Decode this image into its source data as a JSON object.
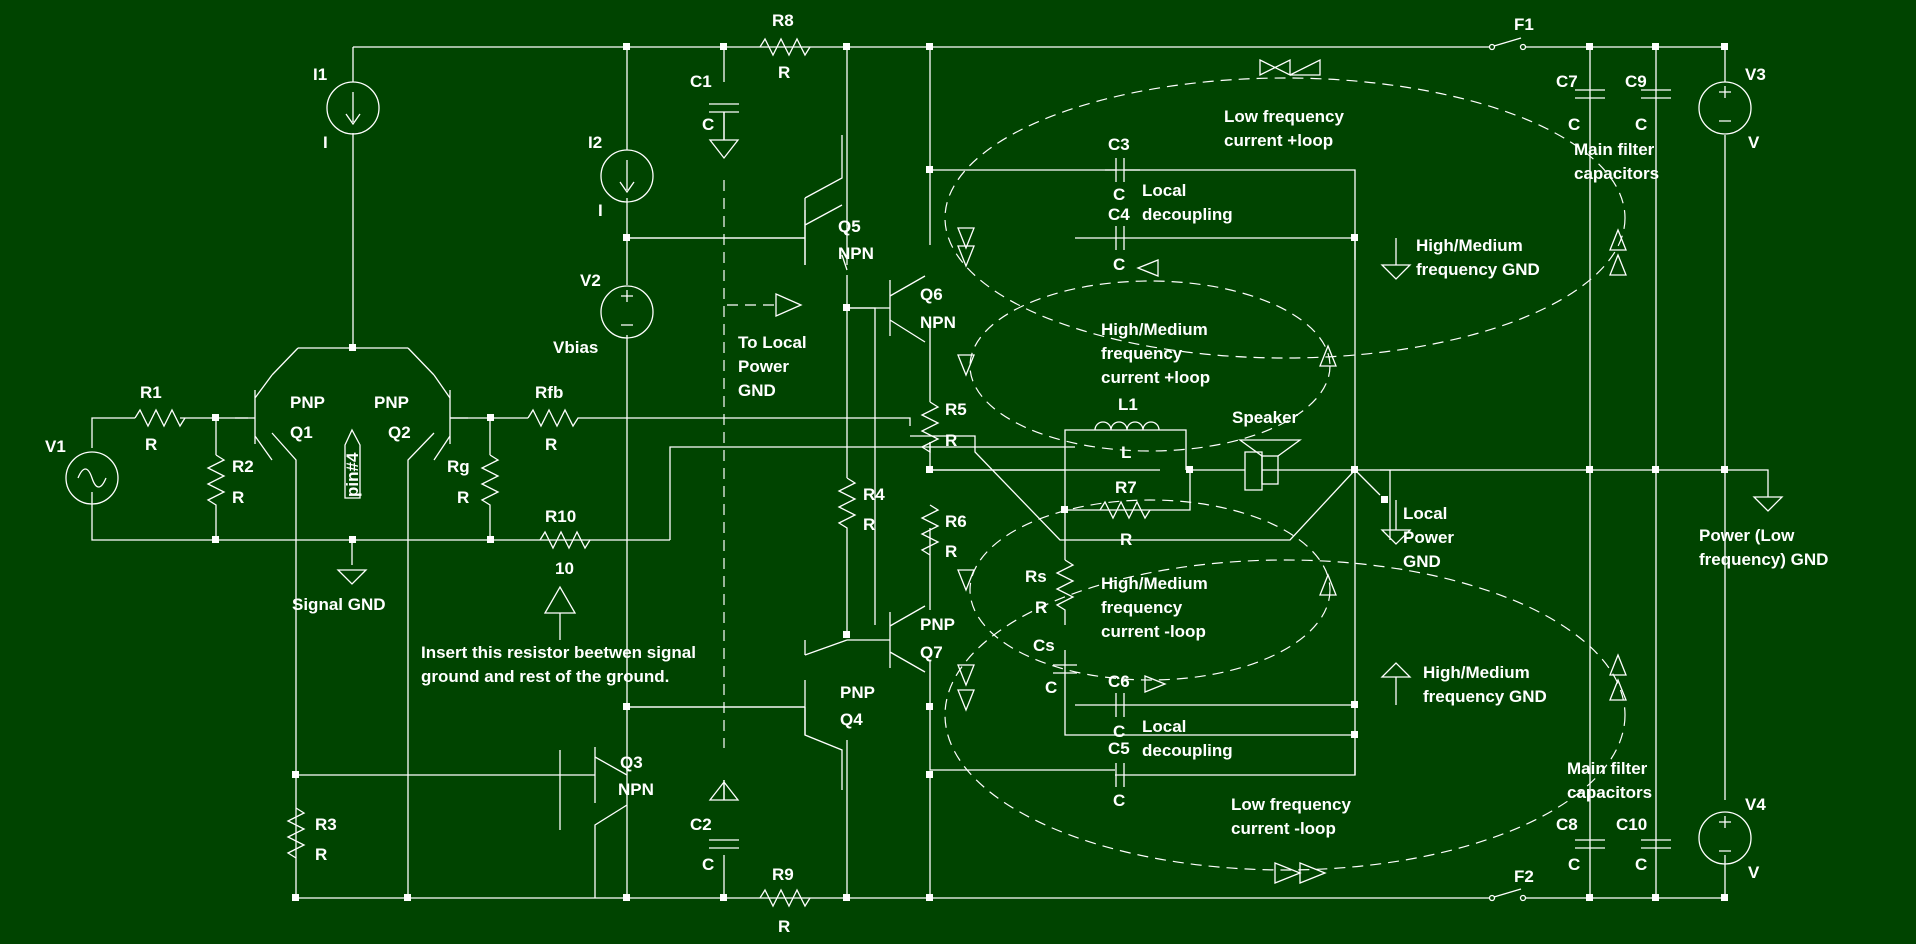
{
  "colors": {
    "background": "#004400",
    "wire": "#ffffff",
    "text": "#ffffff"
  },
  "labels": {
    "I1": "I1",
    "I1_val": "I",
    "I2": "I2",
    "I2_val": "I",
    "V1": "V1",
    "V2": "V2",
    "V2_val": "Vbias",
    "V3": "V3",
    "V3_val": "V",
    "V4": "V4",
    "V4_val": "V",
    "R1": "R1",
    "R1_val": "R",
    "R2": "R2",
    "R2_val": "R",
    "R3": "R3",
    "R3_val": "R",
    "R4": "R4",
    "R4_val": "R",
    "R5": "R5",
    "R5_val": "R",
    "R6": "R6",
    "R6_val": "R",
    "R7": "R7",
    "R7_val": "R",
    "R8": "R8",
    "R8_val": "R",
    "R9": "R9",
    "R9_val": "R",
    "R10": "R10",
    "R10_val": "10",
    "Rfb": "Rfb",
    "Rfb_val": "R",
    "Rg": "Rg",
    "Rg_val": "R",
    "Rs": "Rs",
    "Rs_val": "R",
    "Cs": "Cs",
    "Cs_val": "C",
    "C1": "C1",
    "C1_val": "C",
    "C2": "C2",
    "C2_val": "C",
    "C3": "C3",
    "C3_val": "C",
    "C4": "C4",
    "C4_val": "C",
    "C5": "C5",
    "C5_val": "C",
    "C6": "C6",
    "C6_val": "C",
    "C7": "C7",
    "C7_val": "C",
    "C8": "C8",
    "C8_val": "C",
    "C9": "C9",
    "C9_val": "C",
    "C10": "C10",
    "C10_val": "C",
    "L1": "L1",
    "L1_val": "L",
    "F1": "F1",
    "F2": "F2",
    "Q1": "Q1",
    "Q1_type": "PNP",
    "Q2": "Q2",
    "Q2_type": "PNP",
    "Q3": "Q3",
    "Q3_type": "NPN",
    "Q4": "Q4",
    "Q4_type": "PNP",
    "Q5": "Q5",
    "Q5_type": "NPN",
    "Q6": "Q6",
    "Q6_type": "NPN",
    "Q7": "Q7",
    "Q7_type": "PNP",
    "speaker": "Speaker",
    "pin4": "pin#4"
  },
  "annotations": {
    "signal_gnd": "Signal GND",
    "insert_1": "Insert this resistor beetwen signal",
    "insert_2": "ground and rest of the ground.",
    "local_power_1": "To Local",
    "local_power_2": "Power",
    "local_power_3": "GND",
    "lf_plus_1": "Low frequency",
    "lf_plus_2": "current +loop",
    "lf_minus_1": "Low frequency",
    "lf_minus_2": "current -loop",
    "hm_plus_1": "High/Medium",
    "hm_plus_2": "frequency",
    "hm_plus_3": "current +loop",
    "hm_minus_1": "High/Medium",
    "hm_minus_2": "frequency",
    "hm_minus_3": "current -loop",
    "hm_gnd_top_1": "High/Medium",
    "hm_gnd_top_2": "frequency GND",
    "hm_gnd_bot_1": "High/Medium",
    "hm_gnd_bot_2": "frequency GND",
    "local_dec_top_1": "Local",
    "local_dec_top_2": "decoupling",
    "local_dec_bot_1": "Local",
    "local_dec_bot_2": "decoupling",
    "main_filter_top_1": "Main filter",
    "main_filter_top_2": "capacitors",
    "main_filter_bot_1": "Main filter",
    "main_filter_bot_2": "capacitors",
    "local_pgnd_1": "Local",
    "local_pgnd_2": "Power",
    "local_pgnd_3": "GND",
    "power_gnd_1": "Power (Low",
    "power_gnd_2": "frequency) GND"
  }
}
